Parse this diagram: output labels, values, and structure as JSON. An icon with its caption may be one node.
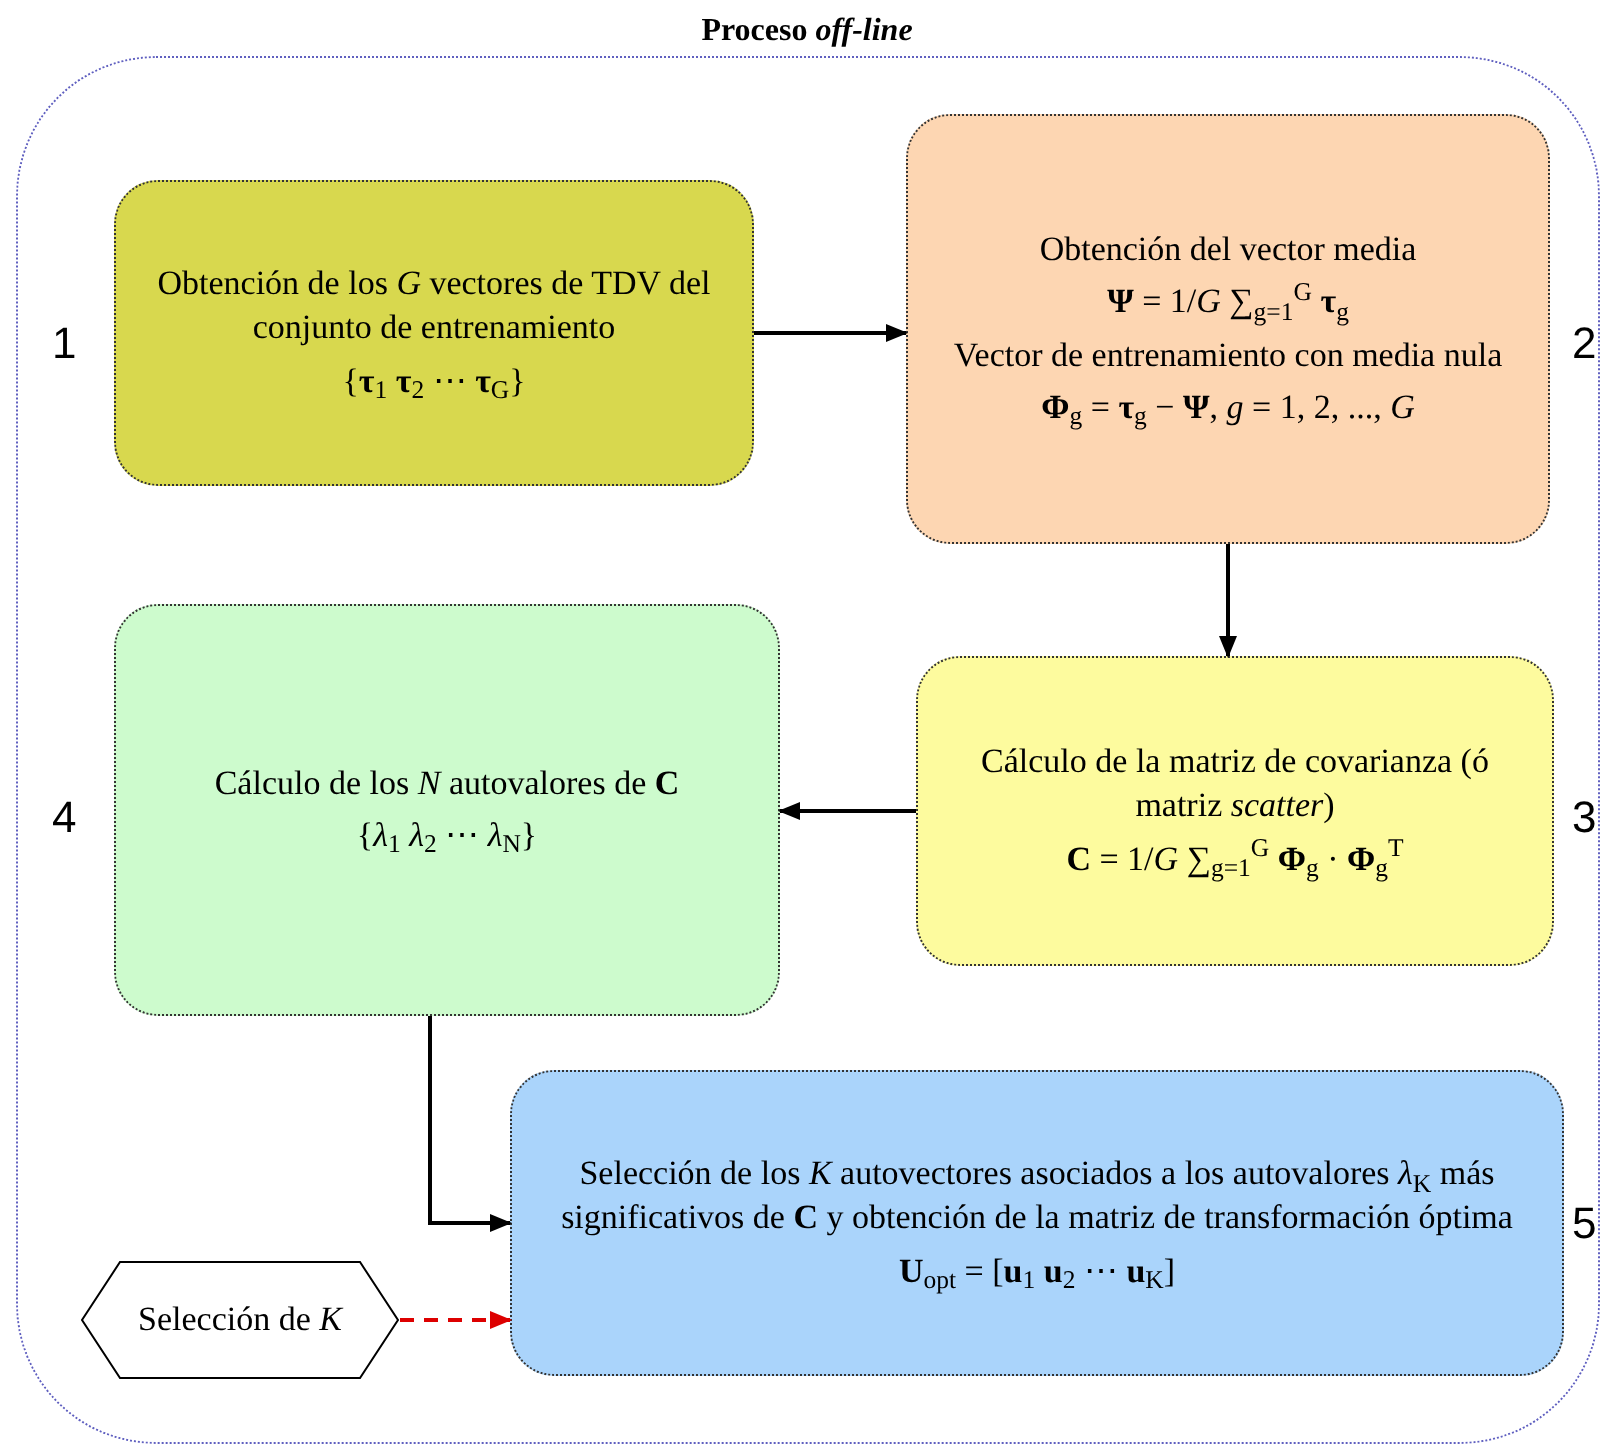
{
  "diagram": {
    "nodes": [
      {
        "text": [
          "Proceso *off-line*"
        ]
      },
      {
        "text": [
          "Obtención de los *G* vectores de TDV del conjunto de entrenamiento",
          "{**τ**$_{1}$   **τ**$_{2}$   ⋯   **τ**$_{G}$}"
        ],
        "in": 0,
        "beside": [
          "1"
        ]
      },
      {
        "text": [
          "Obtención del vector media",
          "**Ψ** = 1/*G* ∑$_{g=1}$$^{G}$ **τ**$_{g}$",
          "Vector de entrenamiento con media nula",
          "**Φ**$_{g}$ = **τ**$_{g}$ − **Ψ**,   *g* = 1, 2, ..., *G*"
        ],
        "in": 0,
        "beside": [
          "2"
        ]
      },
      {
        "text": [
          "Cálculo de la matriz de covarianza (ó matriz *scatter*)",
          "**C** = 1/*G* ∑$_{g=1}$$^{G}$ **Φ**$_{g}$ · **Φ**$_{g}$$^{T}$"
        ],
        "in": 0,
        "beside": [
          "3"
        ]
      },
      {
        "text": [
          "Cálculo de los *N* autovalores de **C**",
          "{*λ*$_{1}$   *λ*$_{2}$   ⋯   *λ*$_{N}$}"
        ],
        "in": 0,
        "beside": [
          "4"
        ]
      },
      {
        "text": [
          "Selección de los *K* autovectores asociados a los autovalores *λ*$_{K}$ más significativos de **C** y obtención de la matriz de transformación óptima",
          "**U**$_{opt}$ = [**u**$_{1}$   **u**$_{2}$   ⋯   **u**$_{K}$]"
        ],
        "in": 0,
        "beside": [
          "5"
        ]
      },
      {
        "text": [
          "Selección de *K*"
        ],
        "in": 0
      }
    ],
    "edges": [
      {
        "from": 1,
        "to": 2,
        "arrow": "to"
      },
      {
        "from": 2,
        "to": 3,
        "arrow": "to"
      },
      {
        "from": 3,
        "to": 4,
        "arrow": "to"
      },
      {
        "from": 4,
        "to": 5,
        "arrow": "to"
      },
      {
        "from": 6,
        "to": 5,
        "arrow": "to",
        "style": "dashed",
        "color": "#dd0000"
      }
    ]
  }
}
